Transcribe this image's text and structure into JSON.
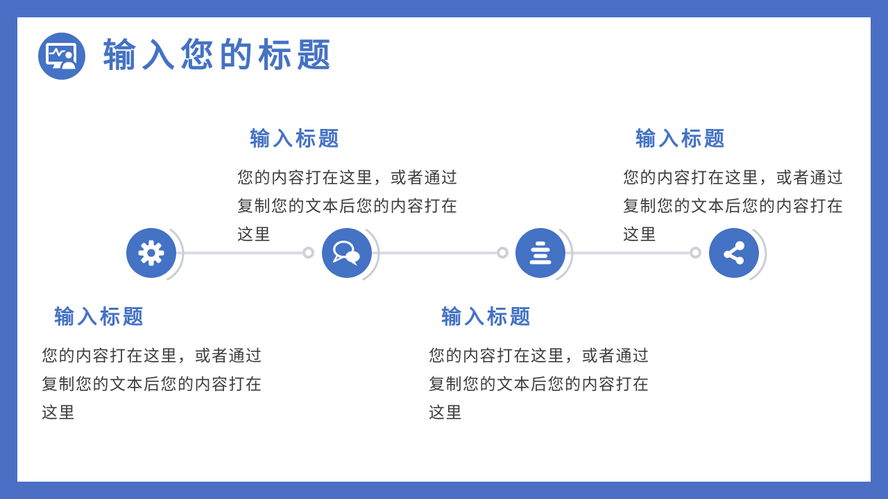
{
  "slide": {
    "title": "输入您的标题",
    "header_icon": "presenter-screen-icon"
  },
  "colors": {
    "frame_blue": "#4a6fc5",
    "accent_blue": "#4472c4",
    "body_text": "#3d3d3d",
    "connector_line_gray": "#d9dce1",
    "connector_ring_gray": "#ccd1d9",
    "shadow_arc_gray": "#c9ced6",
    "background_white": "#ffffff"
  },
  "timeline": {
    "nodes": [
      {
        "icon": "gear-icon"
      },
      {
        "icon": "chat-bubbles-icon"
      },
      {
        "icon": "stacked-bars-icon"
      },
      {
        "icon": "share-icon"
      }
    ]
  },
  "blocks": [
    {
      "position": "top-first",
      "heading": "输入标题",
      "body_lines": [
        "您的内容打在这里，或者通过",
        "复制您的文本后您的内容打在",
        "这里"
      ]
    },
    {
      "position": "top-second",
      "heading": "输入标题",
      "body_lines": [
        "您的内容打在这里，或者通过",
        "复制您的文本后您的内容打在",
        "这里"
      ]
    },
    {
      "position": "bottom-first",
      "heading": "输入标题",
      "body_lines": [
        "您的内容打在这里，或者通过",
        "复制您的文本后您的内容打在",
        "这里"
      ]
    },
    {
      "position": "bottom-second",
      "heading": "输入标题",
      "body_lines": [
        "您的内容打在这里，或者通过",
        "复制您的文本后您的内容打在",
        "这里"
      ]
    }
  ]
}
